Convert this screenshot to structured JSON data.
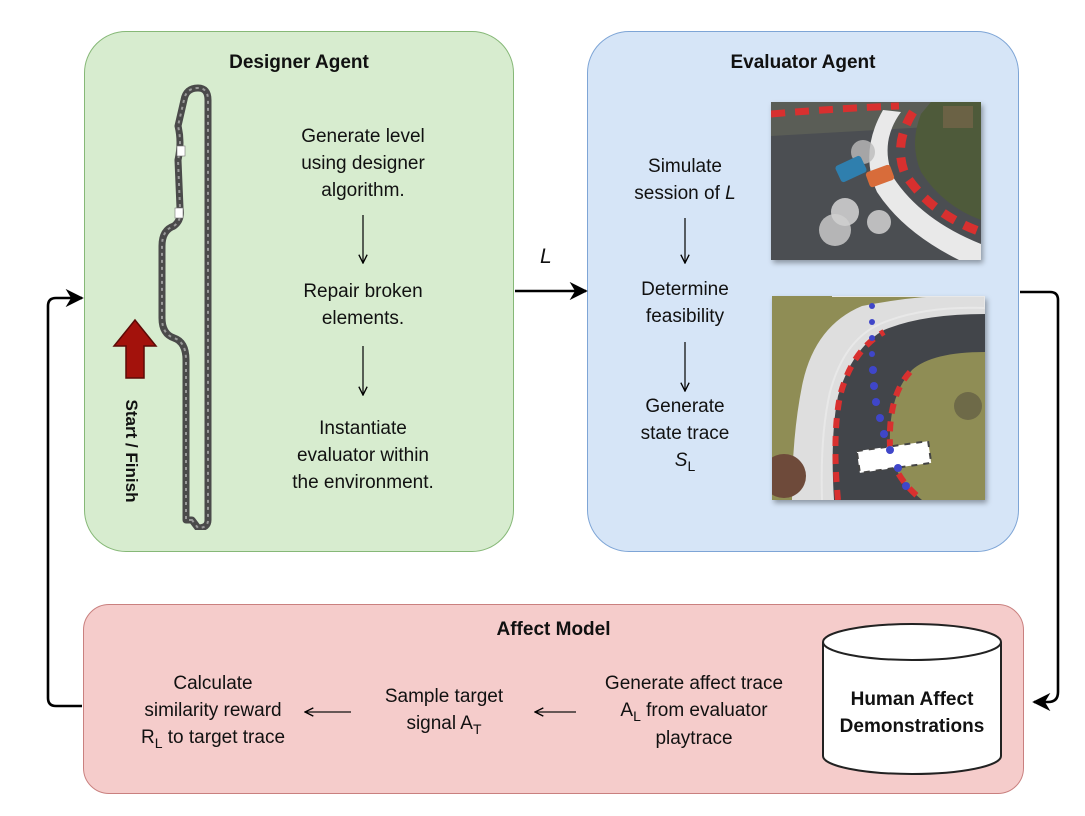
{
  "designer": {
    "title": "Designer Agent",
    "step1": [
      "Generate level",
      "using designer",
      "algorithm."
    ],
    "step2": [
      "Repair broken",
      "elements."
    ],
    "step3": [
      "Instantiate",
      "evaluator within",
      "the environment."
    ],
    "start_finish": "Start / Finish"
  },
  "evaluator": {
    "title": "Evaluator Agent",
    "step1_line1": "Simulate",
    "step1_line2": "session of ",
    "step1_var": "L",
    "step2": [
      "Determine",
      "feasibility"
    ],
    "step3": [
      "Generate",
      "state trace"
    ],
    "step3_var": "S",
    "step3_sub": "L"
  },
  "edge_label": "L",
  "affect": {
    "title": "Affect Model",
    "step_reward_line1": "Calculate",
    "step_reward_line2": "similarity reward",
    "step_reward_var": "R",
    "step_reward_sub": "L",
    "step_reward_rest": " to target trace",
    "step_sample_line1": "Sample target",
    "step_sample_text": "signal A",
    "step_sample_sub": "T",
    "step_generate_line1": "Generate affect trace",
    "step_generate_var": "A",
    "step_generate_sub": "L",
    "step_generate_rest": " from evaluator",
    "step_generate_line3": "playtrace",
    "database": [
      "Human Affect",
      "Demonstrations"
    ]
  },
  "colors": {
    "designer_fill": "#d7eccf",
    "evaluator_fill": "#d6e5f7",
    "affect_fill": "#f5cccb",
    "start_arrow": "#a3120c"
  }
}
